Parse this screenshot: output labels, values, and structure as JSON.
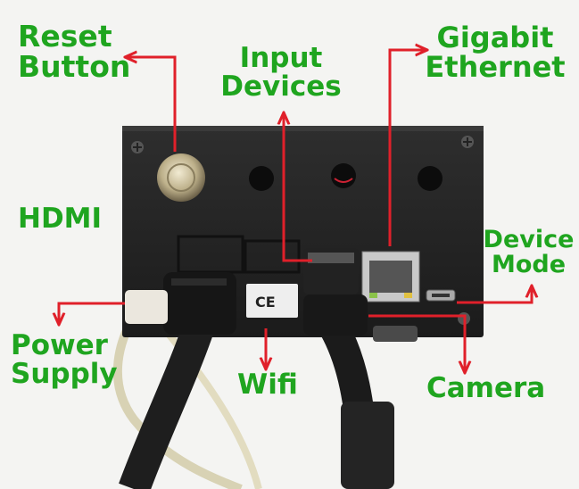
{
  "colors": {
    "label_green": "#1fa51f",
    "arrow_red": "#e0202a",
    "device_black": "#222222",
    "background": "#f4f4f2"
  },
  "labels": {
    "reset_button": [
      "Reset",
      "Button"
    ],
    "input_devices": [
      "Input",
      "Devices"
    ],
    "gigabit_ethernet": [
      "Gigabit",
      "Ethernet"
    ],
    "hdmi": "HDMI",
    "device_mode": [
      "Device",
      "Mode"
    ],
    "power_supply": [
      "Power",
      "Supply"
    ],
    "wifi": "Wifi",
    "camera": "Camera"
  },
  "device": {
    "ce_mark": "CE"
  }
}
